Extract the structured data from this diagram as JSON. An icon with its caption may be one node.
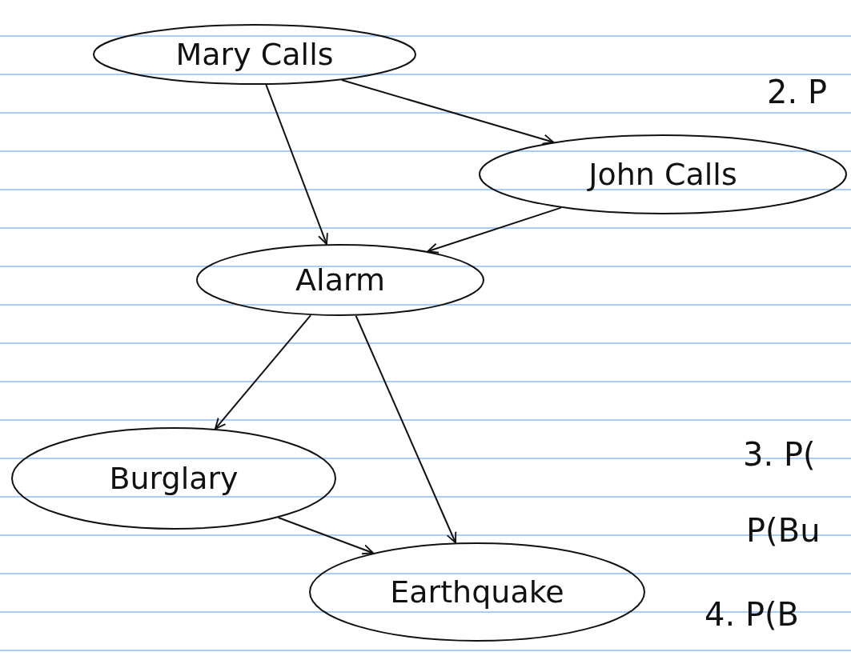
{
  "diagram": {
    "nodes": [
      {
        "text": [
          "Mary Calls"
        ]
      },
      {
        "text": [
          "John Calls"
        ]
      },
      {
        "text": [
          "Alarm"
        ]
      },
      {
        "text": [
          "Burglary"
        ]
      },
      {
        "text": [
          "Earthquake"
        ]
      }
    ],
    "edges": [
      {
        "from": 0,
        "to": 2,
        "arrow": "to"
      },
      {
        "from": 0,
        "to": 1,
        "arrow": "to"
      },
      {
        "from": 1,
        "to": 2,
        "arrow": "to"
      },
      {
        "from": 2,
        "to": 3,
        "arrow": "to"
      },
      {
        "from": 2,
        "to": 4,
        "arrow": "to"
      },
      {
        "from": 3,
        "to": 4,
        "arrow": "to"
      }
    ],
    "labels": [
      "2. P",
      "3. P(",
      "P(Bu",
      "4. P(B"
    ]
  }
}
